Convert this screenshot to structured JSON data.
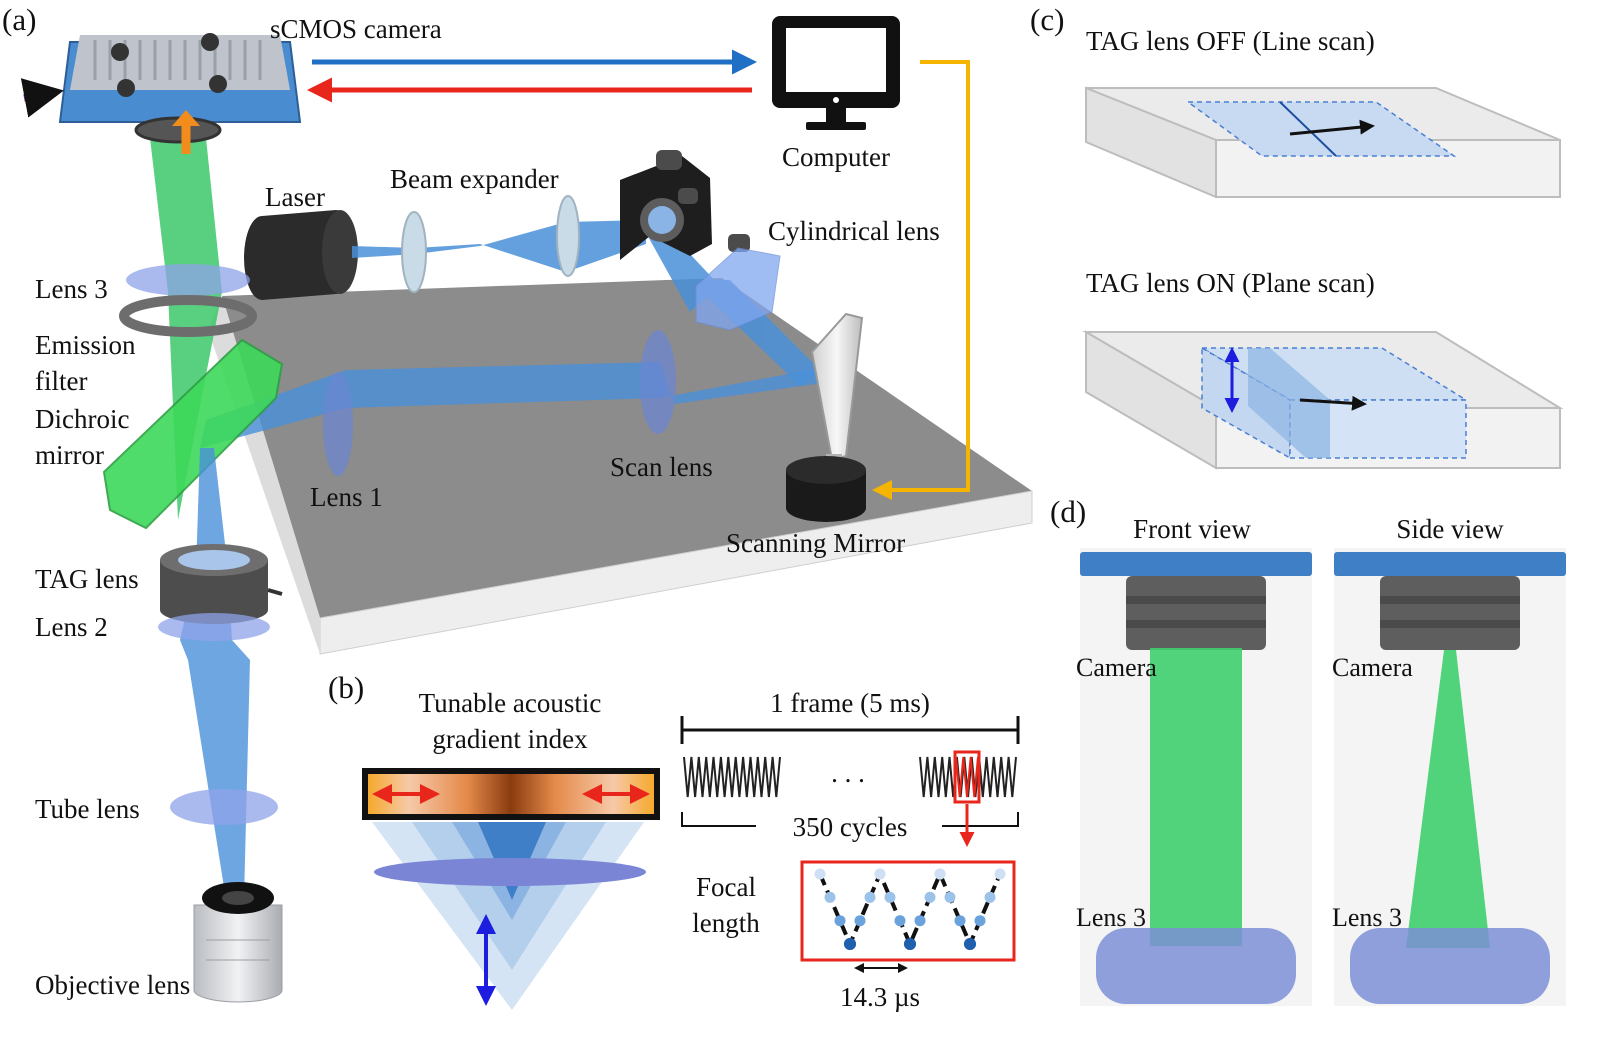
{
  "panels": {
    "a": "(a)",
    "b": "(b)",
    "c": "(c)",
    "d": "(d)"
  },
  "setup": {
    "camera": "sCMOS camera",
    "computer": "Computer",
    "laser": "Laser",
    "beam_expander": "Beam expander",
    "cylindrical_lens": "Cylindrical lens",
    "lens3": "Lens 3",
    "emission_filter_1": "Emission",
    "emission_filter_2": "filter",
    "dichroic_1": "Dichroic",
    "dichroic_2": "mirror",
    "lens1": "Lens 1",
    "scan_lens": "Scan lens",
    "scanning_mirror": "Scanning Mirror",
    "tag_lens": "TAG lens",
    "lens2": "Lens 2",
    "tube_lens": "Tube lens",
    "objective": "Objective lens"
  },
  "tag": {
    "title_1": "Tunable acoustic",
    "title_2": "gradient index",
    "frame": "1 frame (5 ms)",
    "ellipsis": ". . .",
    "cycles": "350 cycles",
    "focal_1": "Focal",
    "focal_2": "length",
    "period": "14.3 µs"
  },
  "scan": {
    "off": "TAG lens OFF (Line scan)",
    "on": "TAG lens ON (Plane scan)"
  },
  "views": {
    "front": "Front view",
    "side": "Side view",
    "camera_front": "Camera",
    "camera_side": "Camera",
    "lens3_front": "Lens 3",
    "lens3_side": "Lens 3"
  },
  "colors": {
    "beam_blue": "#4a90d9",
    "beam_green": "#3cc76a",
    "arrow_blue": "#1f6fc4",
    "arrow_red": "#e8261c",
    "arrow_yellow": "#f4b400",
    "table_gray": "#8a8a8a",
    "lens_blue": "#8fa3e8"
  }
}
